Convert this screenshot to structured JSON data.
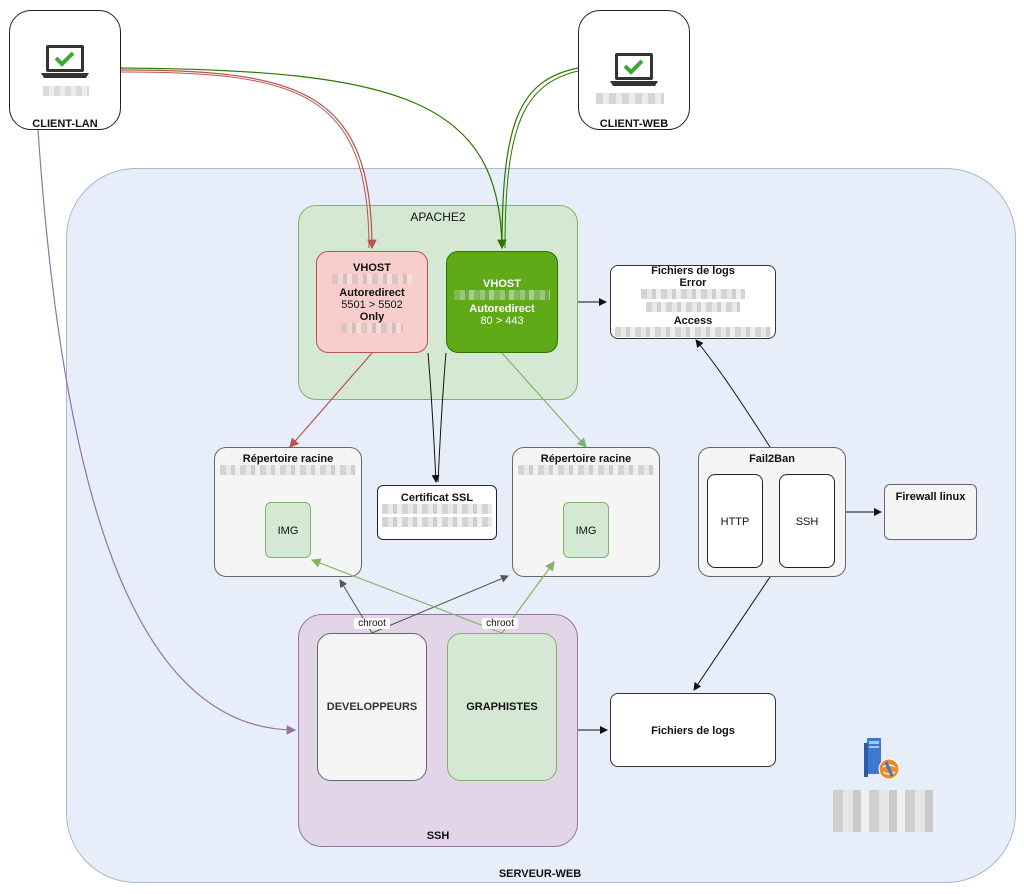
{
  "clients": {
    "lan": {
      "label": "CLIENT-LAN"
    },
    "web": {
      "label": "CLIENT-WEB"
    }
  },
  "server": {
    "label": "SERVEUR-WEB"
  },
  "apache": {
    "label": "APACHE2",
    "vhost_lan": {
      "title": "VHOST",
      "line1": "Autoredirect",
      "line2": "5501 > 5502",
      "line3": "Only"
    },
    "vhost_web": {
      "title": "VHOST",
      "line1": "Autoredirect",
      "line2": "80 > 443"
    }
  },
  "logs_top": {
    "title": "Fichiers de logs",
    "error": "Error",
    "access": "Access"
  },
  "root_left": {
    "title": "Répertoire racine",
    "img": "IMG"
  },
  "root_right": {
    "title": "Répertoire racine",
    "img": "IMG"
  },
  "ssl": {
    "title": "Certificat SSL"
  },
  "fail2ban": {
    "title": "Fail2Ban",
    "http": "HTTP",
    "ssh": "SSH"
  },
  "firewall": {
    "title": "Firewall linux"
  },
  "ssh": {
    "label": "SSH",
    "developpeurs": "DEVELOPPEURS",
    "graphistes": "GRAPHISTES",
    "chroot_left": "chroot",
    "chroot_right": "chroot"
  },
  "logs_bottom": {
    "title": "Fichiers de logs"
  },
  "icons": {
    "client": "laptop-check-icon",
    "server": "server-globe-icon"
  },
  "colors": {
    "server_bg": "#e8eef9",
    "apache_bg": "#d5e8d4",
    "vhost_lan_bg": "#f8cecc",
    "vhost_web_bg": "#60a917",
    "ssh_bg": "#e1d5e7",
    "red_line": "#b85450",
    "green_line": "#2d7600",
    "light_green_line": "#82b366",
    "purple_line": "#9673a6"
  }
}
